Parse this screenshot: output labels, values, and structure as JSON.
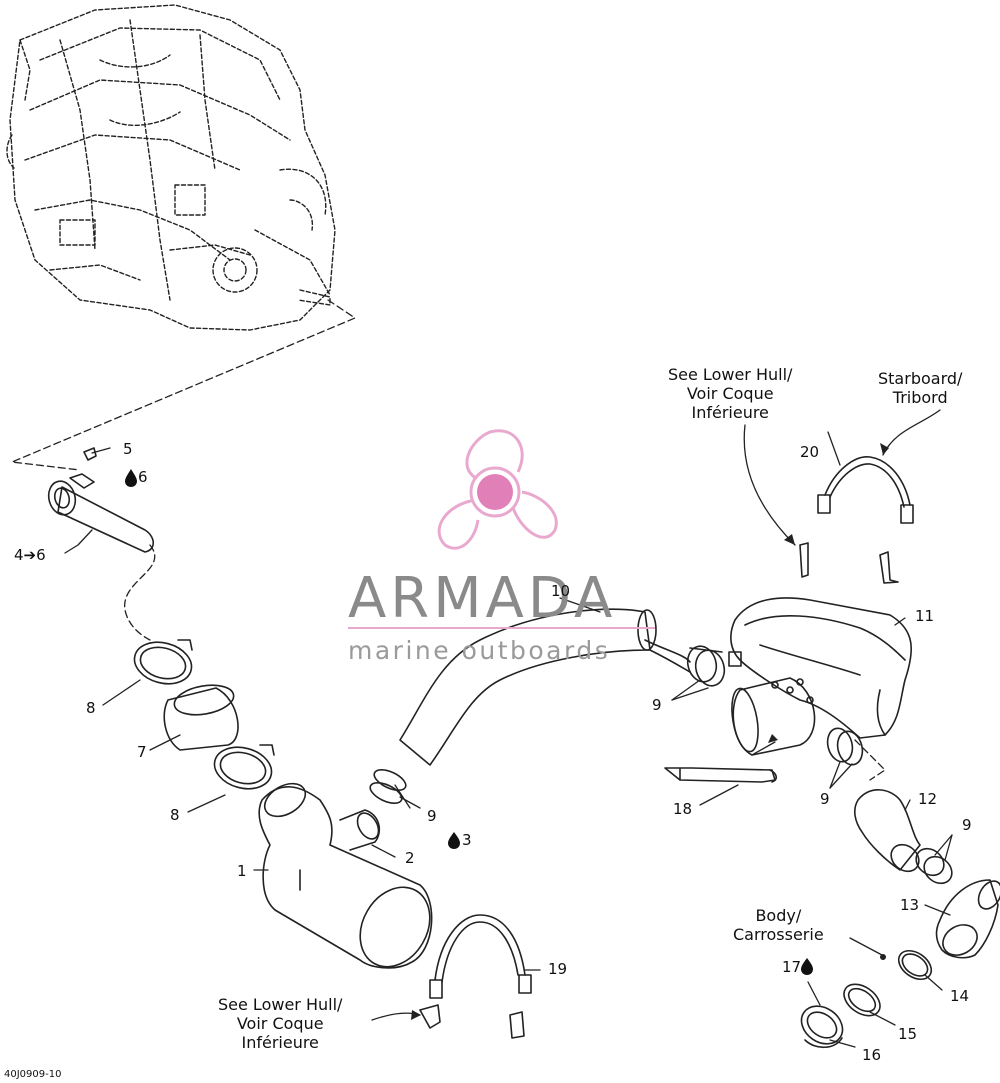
{
  "watermark": {
    "brand": "ARMADA",
    "tagline": "marine outboards",
    "colors": {
      "propeller": "#e9a9cf",
      "hub": "#e07fb8",
      "text": "#8a8a8a",
      "rule": "#e9a9cf"
    }
  },
  "diagram_code": "40J0909-10",
  "notes": {
    "lower_hull_top": [
      "See Lower Hull/",
      "Voir Coque",
      "Inférieure"
    ],
    "lower_hull_bottom": [
      "See Lower Hull/",
      "Voir Coque",
      "Inférieure"
    ],
    "starboard": [
      "Starboard/",
      "Tribord"
    ],
    "body": [
      "Body/",
      "Carrosserie"
    ]
  },
  "callouts": {
    "p1": "1",
    "p2": "2",
    "p3": "3",
    "p4_6": "4➔6",
    "p5": "5",
    "p6": "6",
    "p7": "7",
    "p8a": "8",
    "p8b": "8",
    "p9a": "9",
    "p9b": "9",
    "p9c": "9",
    "p9d": "9",
    "p10": "10",
    "p11": "11",
    "p12": "12",
    "p13": "13",
    "p14": "14",
    "p15": "15",
    "p16": "16",
    "p17": "17",
    "p18": "18",
    "p19": "19",
    "p20": "20"
  },
  "icons": {
    "lubricant": "oil-drop-icon",
    "watermark_logo": "propeller-logo-icon"
  }
}
